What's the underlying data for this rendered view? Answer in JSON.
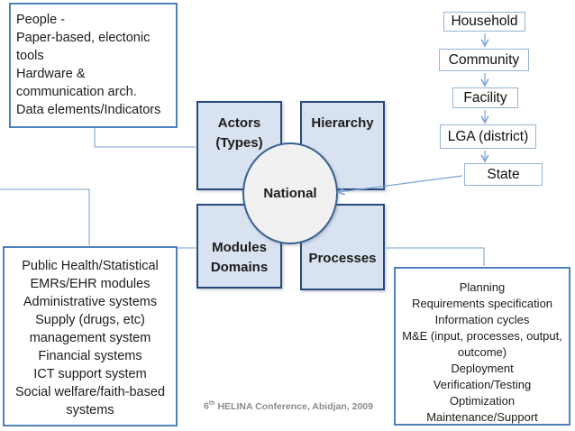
{
  "slide": {
    "footer": {
      "number": "6",
      "superscript": "th",
      "text": "HELINA Conference, Abidjan, 2009"
    }
  },
  "people_box": {
    "lines": [
      "People -",
      "Paper-based, electonic",
      "tools",
      "Hardware &",
      "communication arch.",
      "Data elements/Indicators"
    ]
  },
  "quadrants": {
    "actors": {
      "line1": "Actors",
      "line2": "(Types)"
    },
    "hierarchy": {
      "label": "Hierarchy"
    },
    "modules": {
      "line1": "Modules",
      "line2": "Domains"
    },
    "processes": {
      "label": "Processes"
    }
  },
  "national": {
    "label": "National"
  },
  "hierarchy_levels": {
    "household": "Household",
    "community": "Community",
    "facility": "Facility",
    "lga": "LGA (district)",
    "state": "State"
  },
  "modules_box": {
    "lines": [
      "Public Health/Statistical",
      "EMRs/EHR modules",
      "Administrative systems",
      "Supply (drugs, etc)",
      "management system",
      "Financial systems",
      "ICT support system",
      "Social welfare/faith-based",
      "systems"
    ]
  },
  "processes_box": {
    "lines": [
      "Planning",
      "Requirements specification",
      "Information cycles",
      "M&E (input, processes, output,",
      "outcome)",
      "Deployment",
      "Verification/Testing",
      "Optimization",
      "Maintenance/Support"
    ]
  },
  "colors": {
    "quadrant_fill": "#d9e2f0",
    "quadrant_border": "#27497c",
    "circle_fill": "#f1f1f1",
    "circle_border": "#37618f",
    "corner_box_border": "#4f81bd",
    "cascade_box_border": "#95b3d7",
    "connector_line": "#95b3d7",
    "arrow": "#7aa3d4",
    "text_dark": "#1c1c1c",
    "footer_gray": "#8c8c8c"
  }
}
